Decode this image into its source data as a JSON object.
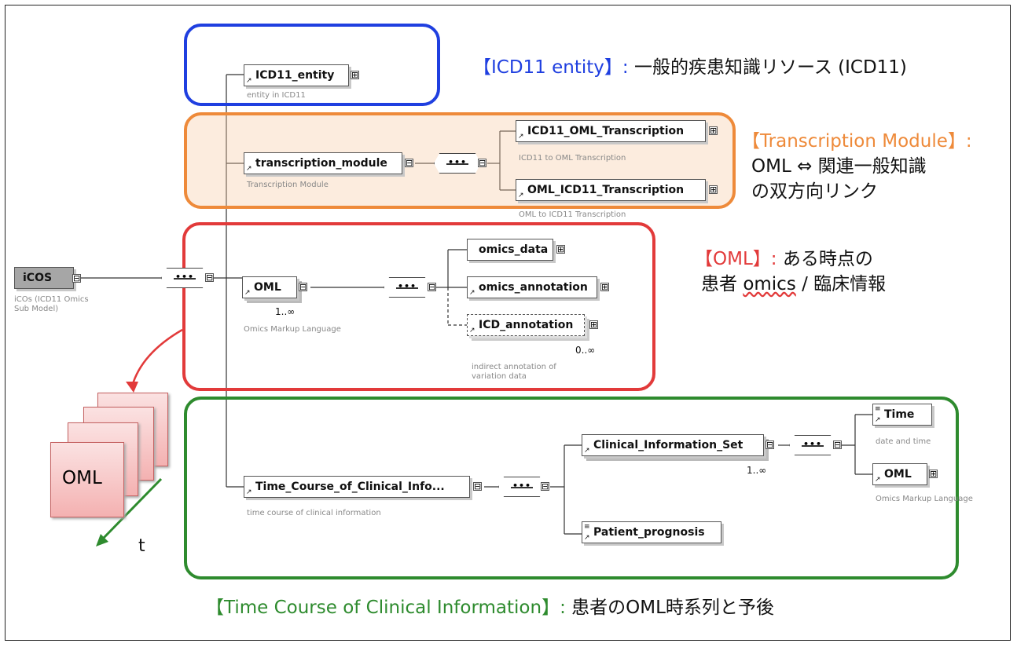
{
  "root": {
    "label": "iCOS",
    "desc": "iCOs (ICD11 Omics Sub Model)",
    "expander": "⊟"
  },
  "nodes": {
    "icd11_entity": {
      "label": "ICD11_entity",
      "desc": "entity in ICD11",
      "expander": "⊞"
    },
    "transcription_module": {
      "label": "transcription_module",
      "desc": "Transcription Module",
      "expander": "⊟"
    },
    "icd11_oml_transcription": {
      "label": "ICD11_OML_Transcription",
      "desc": "ICD11 to OML Transcription",
      "expander": "⊞"
    },
    "oml_icd11_transcription": {
      "label": "OML_ICD11_Transcription",
      "desc": "OML to ICD11 Transcription",
      "expander": "⊞"
    },
    "oml": {
      "label": "OML",
      "desc": "Omics Markup Language",
      "cardinality": "1..∞",
      "expander": "⊟"
    },
    "omics_data": {
      "label": "omics_data",
      "expander": "⊞"
    },
    "omics_annotation": {
      "label": "omics_annotation",
      "expander": "⊞"
    },
    "icd_annotation": {
      "label": "ICD_annotation",
      "desc": "indirect annotation of variation data",
      "cardinality": "0..∞",
      "expander": "⊞"
    },
    "time_course": {
      "label": "Time_Course_of_Clinical_Info...",
      "desc": "time course of clinical information",
      "expander": "⊟"
    },
    "clinical_information_set": {
      "label": "Clinical_Information_Set",
      "cardinality": "1..∞",
      "expander": "⊟"
    },
    "time": {
      "label": "Time",
      "desc": "date and time"
    },
    "oml_child": {
      "label": "OML",
      "desc": "Omics Markup Language",
      "expander": "⊞"
    },
    "patient_prognosis": {
      "label": "Patient_prognosis"
    }
  },
  "annotations": {
    "icd11_entity": {
      "bracket": "【ICD11 entity】:",
      "text": " 一般的疾患知識リソース (ICD11)"
    },
    "transcription": {
      "bracket": "【Transcription Module】:",
      "line2": "OML ⇔ 関連一般知識",
      "line3": "の双方向リンク"
    },
    "oml": {
      "bracket": "【OML】:",
      "text": "  ある時点の",
      "line2_a": "患者 ",
      "line2_b": "omics",
      "line2_c": " / 臨床情報"
    },
    "time_course": {
      "bracket": "【Time Course of Clinical Information】:",
      "text": " 患者のOML時系列と予後"
    }
  },
  "stack": {
    "label": "OML",
    "axis_label": "t",
    "dash": "-"
  },
  "colors": {
    "blue": "#1f3fe0",
    "orange": "#ee8a3a",
    "red": "#e23a3a",
    "green": "#2e8b2e",
    "root_fill": "#a6a6a6"
  }
}
